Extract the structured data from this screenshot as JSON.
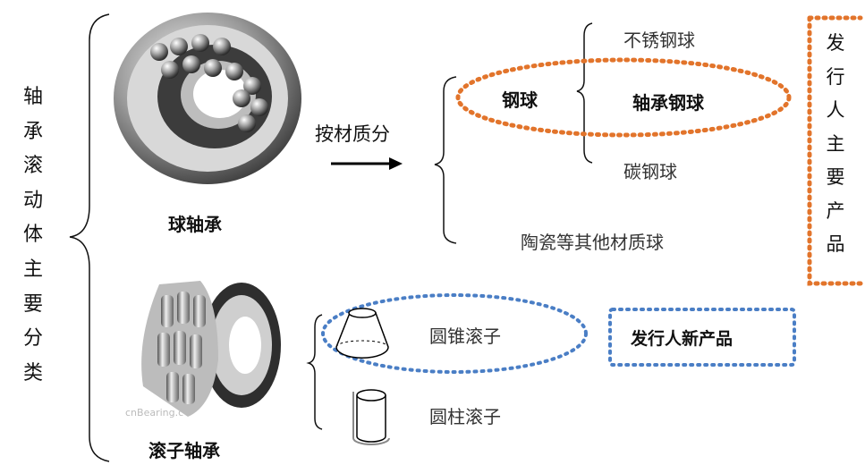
{
  "root_label": "轴承滚动体主要分类",
  "ball_bearing": {
    "caption": "球轴承"
  },
  "roller_bearing": {
    "caption": "滚子轴承",
    "photo_watermark": "cnBearing.c"
  },
  "arrow_label": "按材质分",
  "materials": {
    "steel_ball": "钢球",
    "steel_subtypes": [
      "不锈钢球",
      "轴承钢球",
      "碳钢球"
    ],
    "ceramic": "陶瓷等其他材质球"
  },
  "issuer_main_products": "发行人主要产品",
  "rollers": {
    "tapered": "圆锥滚子",
    "cylindrical": "圆柱滚子"
  },
  "issuer_new_products": "发行人新产品",
  "colors": {
    "orange_dots": "#E2742B",
    "blue_dots": "#4A7EC5",
    "text": "#111111"
  }
}
